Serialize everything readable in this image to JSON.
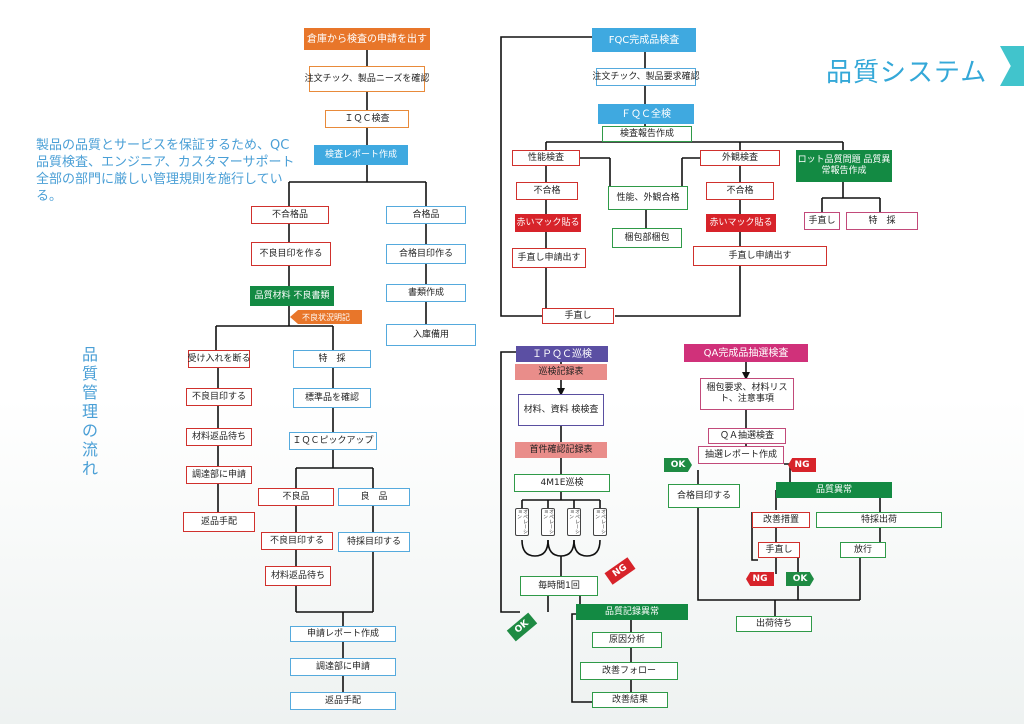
{
  "title": "品質システム",
  "intro": "製品の品質とサービスを保証するため、QC品質検査、エンジニア、カスタマーサポート全部の部門に厳しい管理規則を施行している。",
  "vertical_title": "品質管理の流れ",
  "iqc": {
    "request": "倉庫から検査の申請を出す",
    "confirm": "注文チック、製品ニーズを確認",
    "inspect": "ＩＱＣ検査",
    "report": "検査レポート作成",
    "fail": "不合格品",
    "pass": "合格品",
    "fail_mark": "不良目印を作る",
    "pass_mark": "合格目印作る",
    "material_doc": "品質材料 不良書類",
    "doc_make": "書類作成",
    "defect_note": "不良状況明記",
    "storage": "入庫備用",
    "reject": "受け入れを断る",
    "special": "特　採",
    "reject_mark": "不良目印する",
    "std_check": "標準品を確認",
    "return_wait": "材料返品待ち",
    "pickup": "ＩＱＣピックアップ",
    "buyer": "調達部に申請",
    "bad": "不良品",
    "good": "良　品",
    "return_process": "返品手配",
    "bad_mark": "不良目印する",
    "special_mark": "特採目印する",
    "return_wait2": "材料返品待ち",
    "report_request": "申請レポート作成",
    "buyer2": "調達部に申請",
    "return_process2": "返品手配"
  },
  "fqc": {
    "header": "FQC完成品検査",
    "confirm": "注文チック、製品要求確認",
    "full": "ＦＱＣ全検",
    "report": "検査報告作成",
    "perf": "性能検査",
    "appear": "外観検査",
    "lot": "ロット品質問題 品質異常報告作成",
    "fail1": "不合格",
    "fail2": "不合格",
    "pass_both": "性能、外観合格",
    "red1": "赤いマック貼る",
    "red2": "赤いマック貼る",
    "pack": "梱包部梱包",
    "rework_req1": "手直し申請出す",
    "rework_req2": "手直し申請出す",
    "fix": "手直し",
    "special": "特　採",
    "rework": "手直し"
  },
  "ipqc": {
    "header": "ＩＰＱＣ巡検",
    "record": "巡検記録表",
    "material": "材料、資料 検検査",
    "first": "首件確認記録表",
    "m4e": "4M1E巡検",
    "op_label": "オペレーション",
    "hourly": "毎時間1回",
    "anomaly": "品質記録異常",
    "cause": "原因分析",
    "follow": "改善フォロー",
    "result": "改善結果",
    "ok": "OK",
    "ng": "NG"
  },
  "qa": {
    "header": "QA完成品抽選検査",
    "req": "梱包要求、材料リスト、注意事項",
    "sample": "ＱＡ抽選検査",
    "report": "抽選レポート作成",
    "ok": "OK",
    "ng": "NG",
    "pass_mark": "合格目印する",
    "anomaly": "品質異常",
    "improve": "改善措置",
    "special_ship": "特採出荷",
    "rework": "手直し",
    "release": "放行",
    "ng2": "NG",
    "ok2": "OK",
    "ship_wait": "出荷待ち"
  }
}
